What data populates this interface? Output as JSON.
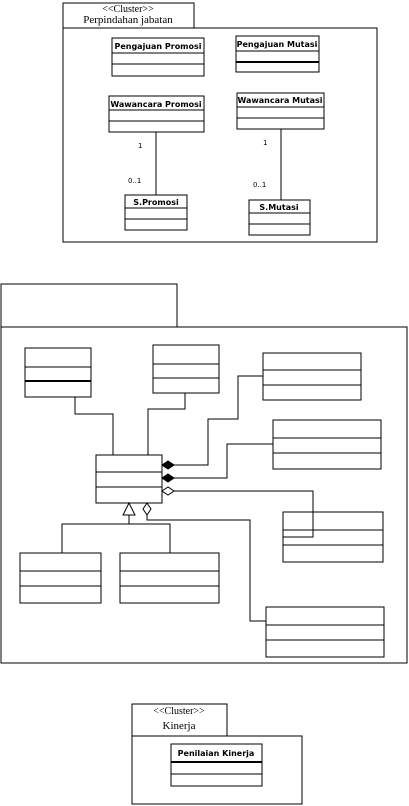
{
  "packages": [
    {
      "id": "pkg-perpindahan",
      "stereotype": "<<Cluster>>",
      "name": "Perpindahan jabatan",
      "classes": [
        {
          "id": "c-pengajuan-promosi",
          "name": "Pengajuan Promosi"
        },
        {
          "id": "c-pengajuan-mutasi",
          "name": "Pengajuan Mutasi"
        },
        {
          "id": "c-wawancara-promosi",
          "name": "Wawancara Promosi"
        },
        {
          "id": "c-wawancara-mutasi",
          "name": "Wawancara Mutasi"
        },
        {
          "id": "c-s-promosi",
          "name": "S.Promosi"
        },
        {
          "id": "c-s-mutasi",
          "name": "S.Mutasi"
        }
      ],
      "associations": [
        {
          "from": "c-wawancara-promosi",
          "to": "c-s-promosi",
          "source_mult": "1",
          "target_mult": "0..1"
        },
        {
          "from": "c-wawancara-mutasi",
          "to": "c-s-mutasi",
          "source_mult": "1",
          "target_mult": "0..1"
        }
      ]
    },
    {
      "id": "pkg-unnamed",
      "stereotype": "",
      "name": "",
      "classes": []
    },
    {
      "id": "pkg-kinerja",
      "stereotype": "<<Cluster>>",
      "name": "Kinerja",
      "classes": [
        {
          "id": "c-penilaian-kinerja",
          "name": "Penilaian Kinerja"
        }
      ]
    }
  ],
  "colors": {
    "line": "#000000",
    "background": "#ffffff"
  }
}
